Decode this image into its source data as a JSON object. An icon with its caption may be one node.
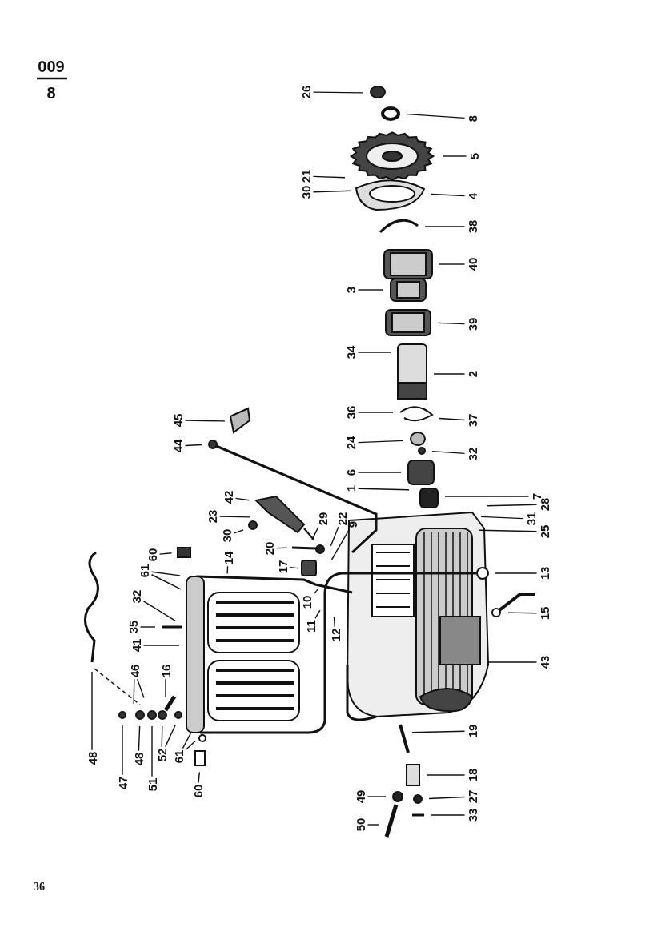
{
  "diagram": {
    "nodes": [
      {
        "text": [
          "26"
        ]
      },
      {
        "text": [
          "8"
        ]
      },
      {
        "text": [
          "5"
        ]
      },
      {
        "text": [
          "21"
        ]
      },
      {
        "text": [
          "30"
        ]
      },
      {
        "text": [
          "4"
        ]
      },
      {
        "text": [
          "38"
        ]
      },
      {
        "text": [
          "40"
        ]
      },
      {
        "text": [
          "3"
        ]
      },
      {
        "text": [
          "39"
        ]
      },
      {
        "text": [
          "34"
        ]
      },
      {
        "text": [
          "2"
        ]
      },
      {
        "text": [
          "36"
        ]
      },
      {
        "text": [
          "45"
        ]
      },
      {
        "text": [
          "37"
        ]
      },
      {
        "text": [
          "24"
        ]
      },
      {
        "text": [
          "44"
        ]
      },
      {
        "text": [
          "32"
        ]
      },
      {
        "text": [
          "6"
        ]
      },
      {
        "text": [
          "1"
        ]
      },
      {
        "text": [
          "7"
        ]
      },
      {
        "text": [
          "42"
        ]
      },
      {
        "text": [
          "28"
        ]
      },
      {
        "text": [
          "23"
        ]
      },
      {
        "text": [
          "31"
        ]
      },
      {
        "text": [
          "29"
        ]
      },
      {
        "text": [
          "22"
        ]
      },
      {
        "text": [
          "9"
        ]
      },
      {
        "text": [
          "30"
        ]
      },
      {
        "text": [
          "25"
        ]
      },
      {
        "text": [
          "60"
        ]
      },
      {
        "text": [
          "20"
        ]
      },
      {
        "text": [
          "14"
        ]
      },
      {
        "text": [
          "17"
        ]
      },
      {
        "text": [
          "61"
        ]
      },
      {
        "text": [
          "13"
        ]
      },
      {
        "text": [
          "32"
        ]
      },
      {
        "text": [
          "10"
        ]
      },
      {
        "text": [
          "15"
        ]
      },
      {
        "text": [
          "11"
        ]
      },
      {
        "text": [
          "35"
        ]
      },
      {
        "text": [
          "12"
        ]
      },
      {
        "text": [
          "41"
        ]
      },
      {
        "text": [
          "43"
        ]
      },
      {
        "text": [
          "46"
        ]
      },
      {
        "text": [
          "16"
        ]
      },
      {
        "text": [
          "19"
        ]
      },
      {
        "text": [
          "48"
        ]
      },
      {
        "text": [
          "48"
        ]
      },
      {
        "text": [
          "52"
        ]
      },
      {
        "text": [
          "61"
        ]
      },
      {
        "text": [
          "18"
        ]
      },
      {
        "text": [
          "47"
        ]
      },
      {
        "text": [
          "51"
        ]
      },
      {
        "text": [
          "60"
        ]
      },
      {
        "text": [
          "49"
        ]
      },
      {
        "text": [
          "27"
        ]
      },
      {
        "text": [
          "33"
        ]
      },
      {
        "text": [
          "50"
        ]
      }
    ],
    "edges": [
      {
        "from": 0,
        "to": null,
        "arrow": "none"
      },
      {
        "from": 1,
        "to": null,
        "arrow": "none"
      },
      {
        "from": 2,
        "to": null,
        "arrow": "none"
      },
      {
        "from": 3,
        "to": null,
        "arrow": "none"
      },
      {
        "from": 4,
        "to": null,
        "arrow": "none"
      },
      {
        "from": 5,
        "to": null,
        "arrow": "none"
      },
      {
        "from": 6,
        "to": null,
        "arrow": "none"
      },
      {
        "from": 7,
        "to": null,
        "arrow": "none"
      },
      {
        "from": 8,
        "to": null,
        "arrow": "none"
      },
      {
        "from": 9,
        "to": null,
        "arrow": "none"
      },
      {
        "from": 10,
        "to": null,
        "arrow": "none"
      },
      {
        "from": 11,
        "to": null,
        "arrow": "none"
      },
      {
        "from": 12,
        "to": null,
        "arrow": "none"
      },
      {
        "from": 13,
        "to": null,
        "arrow": "none"
      },
      {
        "from": 14,
        "to": null,
        "arrow": "none"
      },
      {
        "from": 15,
        "to": null,
        "arrow": "none"
      },
      {
        "from": 16,
        "to": null,
        "arrow": "none"
      },
      {
        "from": 17,
        "to": null,
        "arrow": "none"
      },
      {
        "from": 18,
        "to": null,
        "arrow": "none"
      },
      {
        "from": 19,
        "to": null,
        "arrow": "none"
      },
      {
        "from": 20,
        "to": null,
        "arrow": "none"
      },
      {
        "from": 21,
        "to": null,
        "arrow": "none"
      },
      {
        "from": 22,
        "to": null,
        "arrow": "none"
      },
      {
        "from": 23,
        "to": null,
        "arrow": "none"
      },
      {
        "from": 24,
        "to": null,
        "arrow": "none"
      },
      {
        "from": 25,
        "to": null,
        "arrow": "none"
      },
      {
        "from": 26,
        "to": null,
        "arrow": "none"
      },
      {
        "from": 27,
        "to": null,
        "arrow": "none"
      },
      {
        "from": 28,
        "to": null,
        "arrow": "none"
      },
      {
        "from": 29,
        "to": null,
        "arrow": "none"
      },
      {
        "from": 30,
        "to": null,
        "arrow": "none"
      },
      {
        "from": 31,
        "to": null,
        "arrow": "none"
      },
      {
        "from": 32,
        "to": null,
        "arrow": "none"
      },
      {
        "from": 33,
        "to": null,
        "arrow": "none"
      },
      {
        "from": 34,
        "to": null,
        "arrow": "none"
      },
      {
        "from": 34,
        "to": null,
        "arrow": "none"
      },
      {
        "from": 35,
        "to": null,
        "arrow": "none"
      },
      {
        "from": 36,
        "to": null,
        "arrow": "none"
      },
      {
        "from": 37,
        "to": null,
        "arrow": "none"
      },
      {
        "from": 38,
        "to": null,
        "arrow": "none"
      },
      {
        "from": 39,
        "to": null,
        "arrow": "none"
      },
      {
        "from": 40,
        "to": null,
        "arrow": "none"
      },
      {
        "from": 41,
        "to": null,
        "arrow": "none"
      },
      {
        "from": 42,
        "to": null,
        "arrow": "none"
      },
      {
        "from": 43,
        "to": null,
        "arrow": "none"
      },
      {
        "from": 44,
        "to": null,
        "arrow": "none"
      },
      {
        "from": 44,
        "to": null,
        "arrow": "none"
      },
      {
        "from": 45,
        "to": null,
        "arrow": "none"
      },
      {
        "from": 46,
        "to": null,
        "arrow": "none"
      },
      {
        "from": 47,
        "to": null,
        "arrow": "none"
      },
      {
        "from": 48,
        "to": null,
        "arrow": "none"
      },
      {
        "from": 49,
        "to": null,
        "arrow": "none"
      },
      {
        "from": 49,
        "to": null,
        "arrow": "none"
      },
      {
        "from": 50,
        "to": null,
        "arrow": "none"
      },
      {
        "from": 50,
        "to": null,
        "arrow": "none"
      },
      {
        "from": 51,
        "to": null,
        "arrow": "none"
      },
      {
        "from": 52,
        "to": null,
        "arrow": "none"
      },
      {
        "from": 53,
        "to": null,
        "arrow": "none"
      },
      {
        "from": 54,
        "to": null,
        "arrow": "none"
      },
      {
        "from": 55,
        "to": null,
        "arrow": "none"
      },
      {
        "from": 56,
        "to": null,
        "arrow": "none"
      },
      {
        "from": 57,
        "to": null,
        "arrow": "none"
      },
      {
        "from": 58,
        "to": null,
        "arrow": "none"
      }
    ],
    "labels": [
      "009",
      "8",
      "36"
    ]
  }
}
